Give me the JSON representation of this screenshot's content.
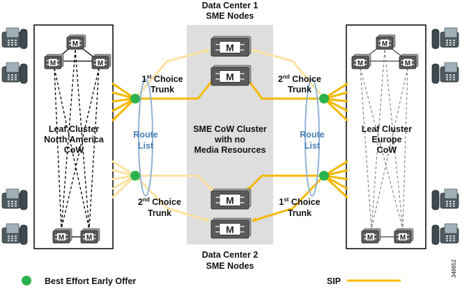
{
  "datacenter1": {
    "line1": "Data Center 1",
    "line2": "SME Nodes"
  },
  "datacenter2": {
    "line1": "Data Center 2",
    "line2": "SME Nodes"
  },
  "sme_cluster": {
    "line1": "SME CoW Cluster",
    "line2": "with no",
    "line3": "Media Resources"
  },
  "left_cluster": {
    "line1": "Leaf Cluster",
    "line2": "North America",
    "line3": "CoW"
  },
  "right_cluster": {
    "line1": "Leaf Cluster",
    "line2": "Europe",
    "line3": "CoW"
  },
  "route_list_left": {
    "line1": "Route",
    "line2": "List"
  },
  "route_list_right": {
    "line1": "Route",
    "line2": "List"
  },
  "trunks": {
    "left_top": {
      "num": "1",
      "sup": "st",
      "rest": " Choice",
      "line2": "Trunk"
    },
    "right_top": {
      "num": "2",
      "sup": "nd",
      "rest": " Choice",
      "line2": "Trunk"
    },
    "left_bottom": {
      "num": "2",
      "sup": "nd",
      "rest": " Choice",
      "line2": "Trunk"
    },
    "right_bottom": {
      "num": "1",
      "sup": "st",
      "rest": " Choice",
      "line2": "Trunk"
    }
  },
  "node_icon_letter": "M",
  "legend": {
    "early_offer_label": "Best Effort Early Offer",
    "sip_label": "SIP"
  },
  "figure_id": "348652",
  "colors": {
    "sip": "#f5b800",
    "sip_light": "#fbe2a0",
    "early_offer": "#2bb24c",
    "cluster_bg": "#dedede",
    "route_list": "#4a7fb5"
  },
  "icons": {
    "node": "sme-node-icon",
    "phone": "ip-phone-icon"
  }
}
